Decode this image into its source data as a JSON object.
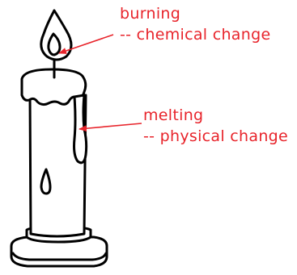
{
  "colors": {
    "annotation": "#e8242b",
    "ink": "#000000",
    "background": "#ffffff"
  },
  "labels": {
    "burning": {
      "line1": "burning",
      "line2": "-- chemical change"
    },
    "melting": {
      "line1": "melting",
      "line2": "-- physical change"
    }
  }
}
